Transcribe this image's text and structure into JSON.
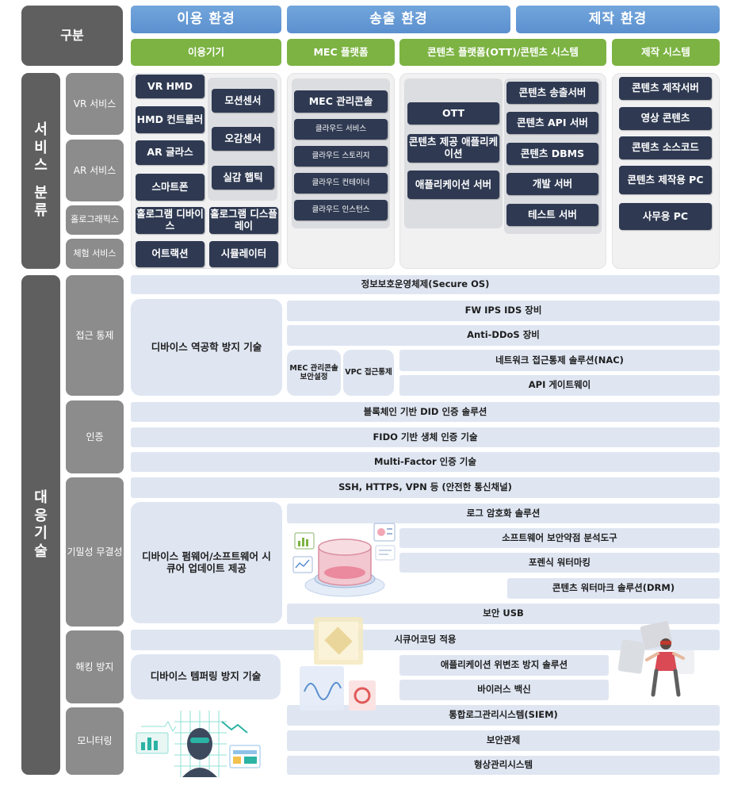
{
  "header": {
    "category_label": "구분",
    "environments": [
      "이용 환경",
      "송출 환경",
      "제작 환경"
    ],
    "subcategories": [
      "이용기기",
      "MEC 플랫폼",
      "콘텐츠 플랫폼(OTT)/콘텐츠 시스템",
      "제작 시스템"
    ]
  },
  "service": {
    "label_chars": [
      "서",
      "비",
      "스",
      "분",
      "류"
    ],
    "rows": [
      "VR 서비스",
      "AR 서비스",
      "홀로그래픽스",
      "체험 서비스"
    ],
    "devices": {
      "left": [
        "VR HMD",
        "HMD 컨트롤러",
        "AR 글라스",
        "스마트폰"
      ],
      "right": [
        "모션센서",
        "오감센서",
        "실감 햅틱"
      ],
      "bottom": [
        "홀로그램 디바이스",
        "홀로그램 디스플레이",
        "어트랙션",
        "시뮬레이터"
      ]
    },
    "mec": {
      "title": "MEC 관리콘솔",
      "items": [
        "클라우드 서비스",
        "클라우드 스토리지",
        "클라우드 컨테이너",
        "클라우드 인스턴스"
      ]
    },
    "ott": {
      "left": [
        "OTT",
        "콘텐츠 제공 애플리케이션",
        "애플리케이션 서버"
      ],
      "right": [
        "콘텐츠 송출서버",
        "콘텐츠 API 서버",
        "콘텐츠 DBMS",
        "개발 서버",
        "테스트 서버"
      ]
    },
    "production": [
      "콘텐츠 제작서버",
      "영상 콘텐츠",
      "콘텐츠 소스코드",
      "콘텐츠 제작용 PC",
      "사무용 PC"
    ]
  },
  "countermeasures": {
    "label_chars": [
      "대",
      "응",
      "기",
      "술"
    ],
    "categories": [
      "접근 통제",
      "인증",
      "기밀성 무결성",
      "해킹 방지",
      "모니터링"
    ],
    "access": {
      "secure_os": "정보보호운영체제(Secure OS)",
      "device_reverse": "디바이스 역공학 방지 기술",
      "fw": "FW IPS IDS 장비",
      "ddos": "Anti-DDoS 장비",
      "mec_console": "MEC 관리콘솔 보안설정",
      "vpc": "VPC 접근통제",
      "nac": "네트워크 접근통제 솔루션(NAC)",
      "api_gw": "API 게이트웨이"
    },
    "auth": [
      "블록체인 기반 DID 인증 솔루션",
      "FIDO 기반 생체 인증 기술",
      "Multi-Factor 인증 기술"
    ],
    "confidentiality": {
      "channel": "SSH, HTTPS, VPN 등 (안전한 통신채널)",
      "firmware": "디바이스 펌웨어/소프트웨어 시큐어 업데이트 제공",
      "log_enc": "로그 암호화 솔루션",
      "sw_vuln": "소프트웨어 보안약점 분석도구",
      "forensic": "포렌식 워터마킹",
      "drm": "콘텐츠 워터마크 솔루션(DRM)",
      "usb": "보안 USB"
    },
    "hacking": {
      "secure_coding": "시큐어코딩 적용",
      "tamper": "디바이스 템퍼링 방지 기술",
      "anti_forgery": "애플리케이션 위변조 방지 솔루션",
      "antivirus": "바이러스 백신"
    },
    "monitoring": [
      "통합로그관리시스템(SIEM)",
      "보안관제",
      "형상관리시스템"
    ]
  },
  "colors": {
    "dark_gray": "#5f5f60",
    "mid_gray": "#8c8c8d",
    "blue": "#5b90cf",
    "green": "#7cb342",
    "navy": "#2f3a52",
    "light_blue": "#dfe6f2"
  }
}
